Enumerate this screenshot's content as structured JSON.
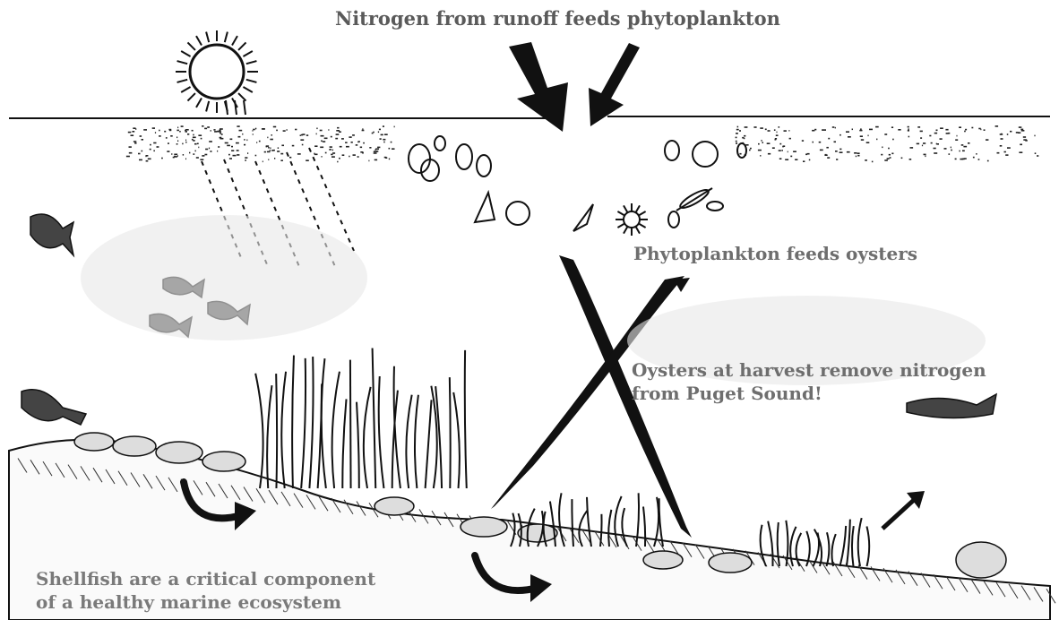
{
  "captions": {
    "nitrogen_runoff": "Nitrogen from runoff feeds phytoplankton",
    "phyto_feeds": "Phytoplankton feeds oysters",
    "oysters_harvest_line1": "Oysters at harvest remove nitrogen",
    "oysters_harvest_line2": "from Puget Sound!",
    "shellfish_line1": "Shellfish are a critical component",
    "shellfish_line2": "of a healthy marine ecosystem"
  },
  "colors": {
    "ink": "#111111",
    "caption_dark": "#5a5a5a",
    "caption_mid": "#6e6e6e",
    "caption_light": "#7a7a7a",
    "background": "#ffffff"
  },
  "icons": [
    "sun-icon",
    "arrow-icon",
    "fish-icon",
    "oyster-icon",
    "seaweed-icon",
    "phytoplankton-icon"
  ]
}
